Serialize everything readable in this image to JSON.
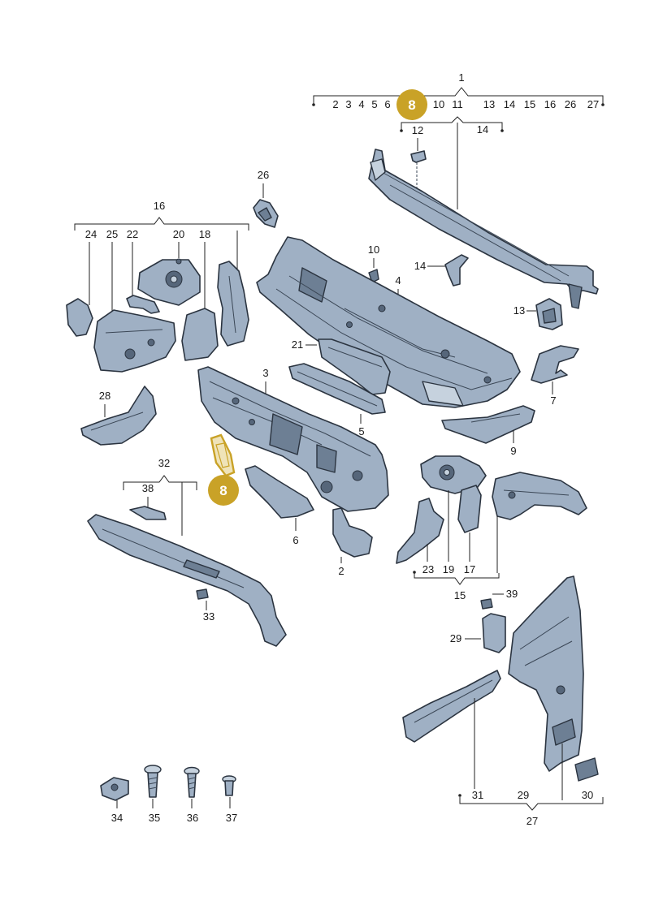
{
  "highlight": {
    "label": "8",
    "color": "#c9a227"
  },
  "callouts": {
    "top_group": [
      "2",
      "3",
      "4",
      "5",
      "6",
      "10",
      "11",
      "13",
      "14",
      "15",
      "16",
      "26",
      "27"
    ],
    "n1": "1",
    "n2": "2",
    "n3": "3",
    "n4": "4",
    "n5": "5",
    "n6": "6",
    "n7": "7",
    "n9": "9",
    "n10": "10",
    "n12": "12",
    "n13": "13",
    "n14a": "14",
    "n14b": "14",
    "n15": "15",
    "n16": "16",
    "n17": "17",
    "n18": "18",
    "n19": "19",
    "n20": "20",
    "n21": "21",
    "n22": "22",
    "n23": "23",
    "n24": "24",
    "n25": "25",
    "n26": "26",
    "n27": "27",
    "n28": "28",
    "n29a": "29",
    "n29b": "29",
    "n30": "30",
    "n31": "31",
    "n32": "32",
    "n33": "33",
    "n34": "34",
    "n35": "35",
    "n36": "36",
    "n37": "37",
    "n38": "38",
    "n39": "39"
  },
  "colors": {
    "part_fill": "#9fb0c4",
    "part_outline": "#2b3440",
    "highlight_gold": "#c9a227"
  }
}
